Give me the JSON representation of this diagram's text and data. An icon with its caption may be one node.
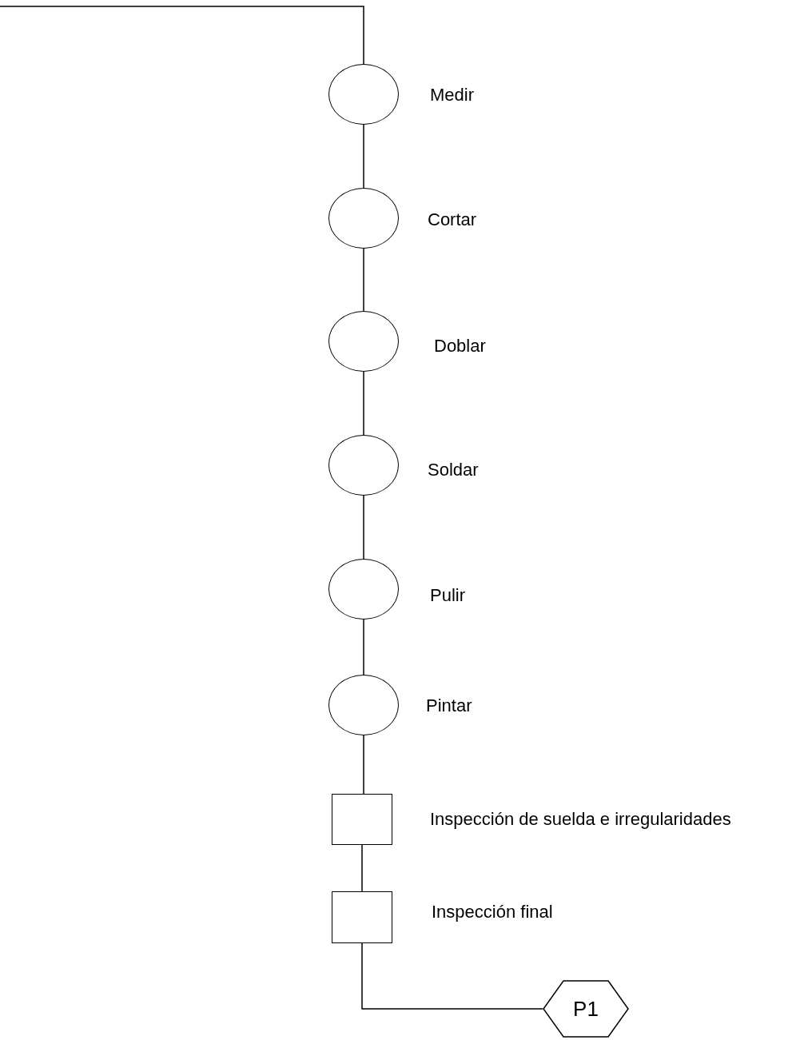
{
  "diagram": {
    "nodes": [
      {
        "text": [],
        "shape": "circle",
        "beside": [
          "Medir"
        ]
      },
      {
        "text": [],
        "shape": "circle",
        "beside": [
          "Cortar"
        ]
      },
      {
        "text": [],
        "shape": "circle",
        "beside": [
          "Doblar"
        ]
      },
      {
        "text": [],
        "shape": "circle",
        "beside": [
          "Soldar"
        ]
      },
      {
        "text": [],
        "shape": "circle",
        "beside": [
          "Pulir"
        ]
      },
      {
        "text": [],
        "shape": "circle",
        "beside": [
          "Pintar"
        ]
      },
      {
        "text": [],
        "shape": "box",
        "beside": [
          "Inspección de suelda e irregularidades"
        ]
      },
      {
        "text": [],
        "shape": "box",
        "beside": [
          "Inspección final"
        ]
      },
      {
        "text": [
          "P1"
        ]
      }
    ],
    "edges": [
      {
        "from": null,
        "to": 0,
        "arrow": "none"
      },
      {
        "from": 0,
        "to": 1,
        "arrow": "none"
      },
      {
        "from": 1,
        "to": 2,
        "arrow": "none"
      },
      {
        "from": 2,
        "to": 3,
        "arrow": "none"
      },
      {
        "from": 3,
        "to": 4,
        "arrow": "none"
      },
      {
        "from": 4,
        "to": 5,
        "arrow": "none"
      },
      {
        "from": 5,
        "to": 6,
        "arrow": "none"
      },
      {
        "from": 6,
        "to": 7,
        "arrow": "none"
      },
      {
        "from": 7,
        "to": 8,
        "arrow": "none"
      }
    ]
  }
}
